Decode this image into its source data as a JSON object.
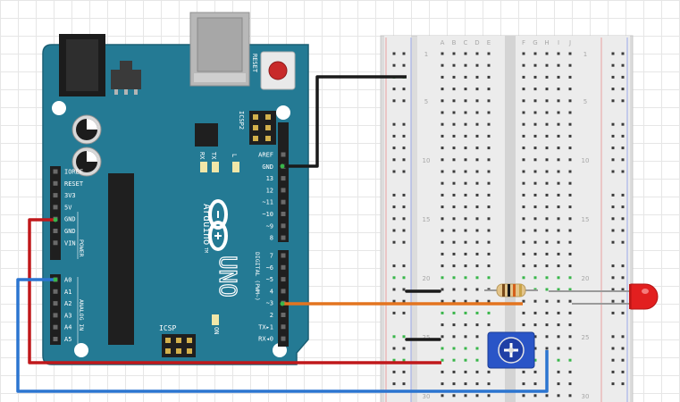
{
  "board": {
    "reset_label": "RESET",
    "icsp2_label": "ICSP2",
    "icsp_label": "ICSP",
    "l_label": "L",
    "tx_label": "TX",
    "rx_label": "RX",
    "arduino_label": "Arduino",
    "tm_label": "TM",
    "uno_label": "UNO",
    "on_label": "ON",
    "digital_label": "DIGITAL (PWM~)",
    "power_label": "POWER",
    "analog_label": "ANALOG IN",
    "power_pins": [
      "IOREF",
      "RESET",
      "3V3",
      "5V",
      "GND",
      "GND",
      "VIN"
    ],
    "analog_pins": [
      "A0",
      "A1",
      "A2",
      "A3",
      "A4",
      "A5"
    ],
    "top_pins": [
      "AREF",
      "GND",
      "13",
      "12",
      "~11",
      "~10",
      "~9",
      "8"
    ],
    "bottom_pins": [
      "7",
      "~6",
      "~5",
      "4",
      "~3",
      "2",
      "TX▸1",
      "RX◂0"
    ]
  },
  "breadboard": {
    "columns_left": [
      "A",
      "B",
      "C",
      "D",
      "E"
    ],
    "columns_right": [
      "F",
      "G",
      "H",
      "I",
      "J"
    ],
    "row_numbers": [
      "1",
      "5",
      "10",
      "15",
      "20",
      "25",
      "30"
    ]
  },
  "colors": {
    "board": "#247a94",
    "wire_black": "#1a1a1a",
    "wire_red": "#c0181b",
    "wire_blue": "#2b75d0",
    "wire_orange": "#e3741f",
    "led": "#e21f1f"
  }
}
